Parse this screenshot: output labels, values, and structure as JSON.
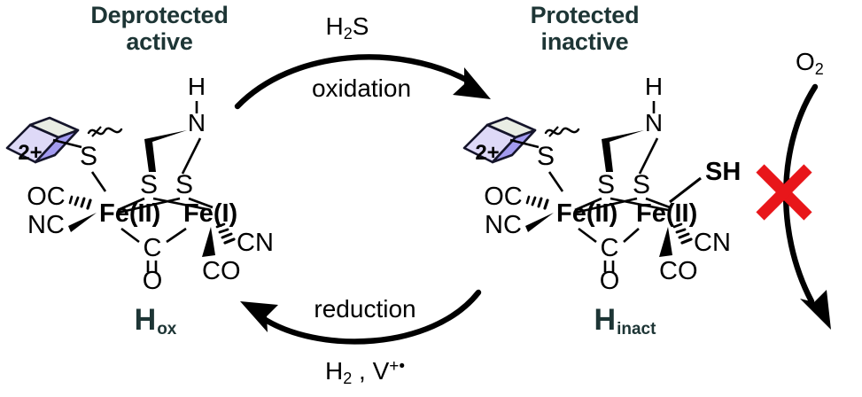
{
  "figure": {
    "kind": "catalytic-cycle-scheme",
    "background": "#ffffff",
    "title_color": "#1d3535",
    "ink_color": "#000000",
    "forbidden_color": "#e8161a",
    "cube_colors": {
      "front": "#ded9f7",
      "top": "#e8ece2",
      "side": "#a39bf0",
      "outline": "#1a1a2e"
    }
  },
  "states": {
    "left": {
      "title": "Deprotected\nactive",
      "name_base": "H",
      "name_sub": "ox",
      "cluster": {
        "charge_label": "2+",
        "bridge_apex_h": "H",
        "bridge_apex_n": "N",
        "bridge_s_left": "S",
        "bridge_s_right": "S",
        "cys_s": "S",
        "metal_left": "Fe(II)",
        "metal_right": "Fe(I)",
        "ligand_oc_left": "OC",
        "ligand_nc_left": "NC",
        "bridging_c": "C",
        "bridging_o": "O",
        "ligand_cn_right": "CN",
        "ligand_co_right": "CO"
      }
    },
    "right": {
      "title": "Protected\ninactive",
      "name_base": "H",
      "name_sub": "inact",
      "cluster": {
        "charge_label": "2+",
        "bridge_apex_h": "H",
        "bridge_apex_n": "N",
        "bridge_s_left": "S",
        "bridge_s_right": "S",
        "cys_s": "S",
        "metal_left": "Fe(II)",
        "metal_right": "Fe(II)",
        "ligand_oc_left": "OC",
        "ligand_nc_left": "NC",
        "bridging_c": "C",
        "bridging_o": "O",
        "ligand_cn_right": "CN",
        "ligand_co_right": "CO",
        "ligand_sh_right": "SH"
      }
    }
  },
  "arrows": {
    "top": {
      "reagent_base": "H",
      "reagent_sub": "2",
      "reagent_tail": "S",
      "process": "oxidation",
      "direction": "left-to-right"
    },
    "bottom": {
      "process": "reduction",
      "reagent_h_base": "H",
      "reagent_h_sub": "2",
      "reagent_sep": " , ",
      "reagent_v": "V",
      "reagent_v_sup": "+•",
      "direction": "right-to-left"
    },
    "right": {
      "reagent_base": "O",
      "reagent_sub": "2",
      "blocked": true,
      "block_marker": "red-x"
    }
  }
}
